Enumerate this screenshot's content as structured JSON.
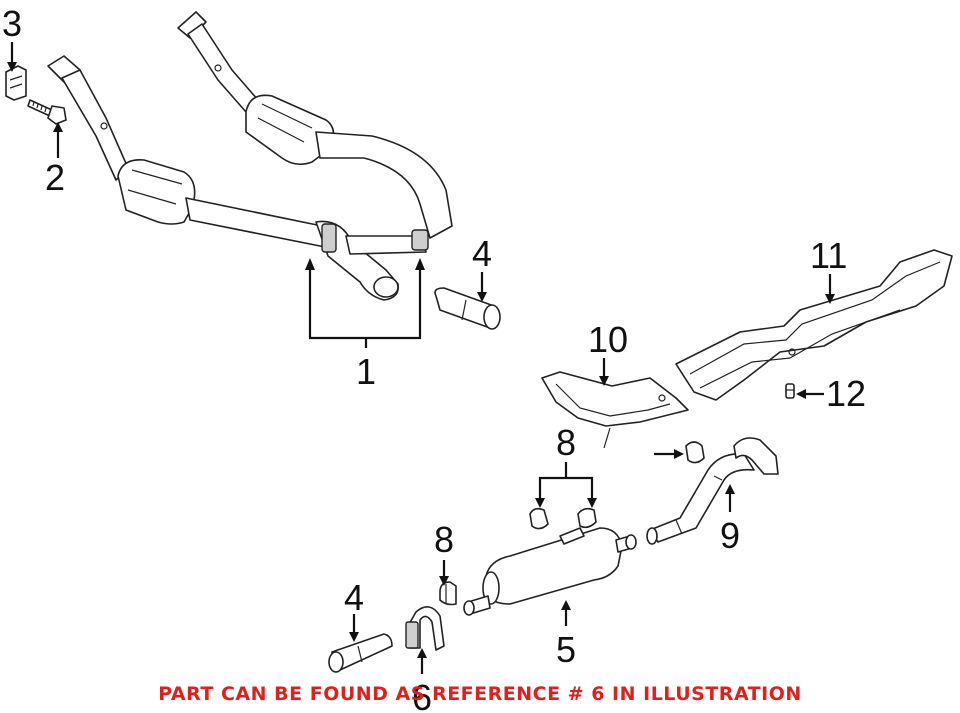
{
  "callouts": {
    "c1": "1",
    "c2": "2",
    "c3": "3",
    "c4a": "4",
    "c4b": "4",
    "c5": "5",
    "c6": "6",
    "c8a": "8",
    "c8b": "8",
    "c9": "9",
    "c10": "10",
    "c11": "11",
    "c12": "12"
  },
  "notice": "PART CAN BE FOUND AS REFERENCE # 6 IN ILLUSTRATION",
  "colors": {
    "notice": "#e0201c",
    "line": "#222222",
    "background": "#ffffff"
  }
}
